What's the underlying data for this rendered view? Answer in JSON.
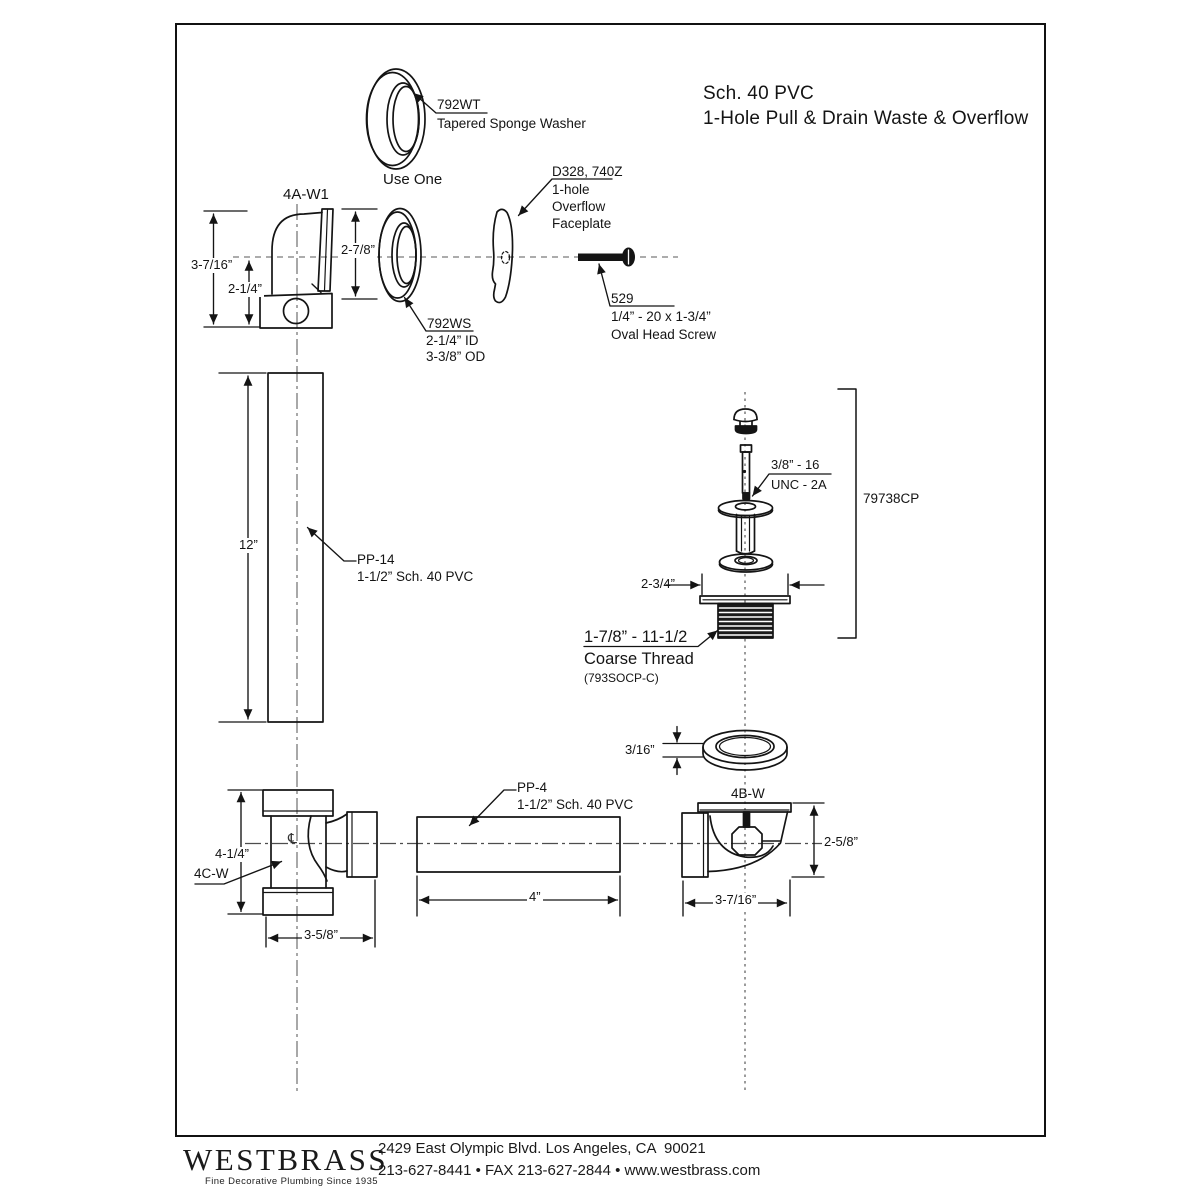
{
  "title": {
    "line1": "Sch. 40 PVC",
    "line2": "1-Hole Pull & Drain Waste & Overflow"
  },
  "parts": {
    "washer_792wt": {
      "code": "792WT",
      "name": "Tapered Sponge Washer",
      "note": "Use One"
    },
    "elbow_4aw1": {
      "code": "4A-W1"
    },
    "washer_792ws": {
      "code": "792WS",
      "inner_diameter": "2-1/4” ID",
      "outer_diameter": "3-3/8” OD"
    },
    "faceplate_d328": {
      "code": "D328, 740Z",
      "line1": "1-hole",
      "line2": "Overflow",
      "line3": "Faceplate"
    },
    "screw_529": {
      "code": "529",
      "size": "1/4” - 20 x 1-3/4”",
      "name": "Oval Head Screw"
    },
    "pipe_pp14": {
      "code": "PP-14",
      "spec": "1-1/2” Sch. 40 PVC"
    },
    "drain_79738cp": {
      "code": "79738CP",
      "rod_thread_line1": "3/8” - 16",
      "rod_thread_line2": "UNC - 2A",
      "body_thread": "1-7/8” - 11-1/2",
      "body_thread_name": "Coarse Thread",
      "body_code": "(793SOCP-C)"
    },
    "tee_4cw": {
      "code": "4C-W",
      "centerline_symbol": "℄"
    },
    "pipe_pp4": {
      "code": "PP-4",
      "spec": "1-1/2” Sch. 40 PVC"
    },
    "elbow_4bw": {
      "code": "4B-W"
    }
  },
  "dimensions": {
    "elbow_4aw1_height": "3-7/16”",
    "elbow_4aw1_center": "2-1/4”",
    "washer_792ws_height": "2-7/8”",
    "pipe_pp14_length": "12”",
    "drain_flange_width": "2-3/4”",
    "ring_washer_thickness": "3/16”",
    "tee_height": "4-1/4”",
    "tee_width": "3-5/8”",
    "pipe_pp4_length": "4”",
    "elbow_4bw_height": "2-5/8”",
    "elbow_4bw_width": "3-7/16”"
  },
  "footer": {
    "logo": "WESTBRASS",
    "tagline": "Fine Decorative Plumbing Since 1935",
    "address": "2429 East Olympic Blvd. Los Angeles, CA  90021",
    "contact": "213-627-8441 • FAX 213-627-2844 • www.westbrass.com"
  },
  "colors": {
    "ink": "#141414",
    "centerline": "#7a7a7a",
    "paper": "#ffffff"
  }
}
